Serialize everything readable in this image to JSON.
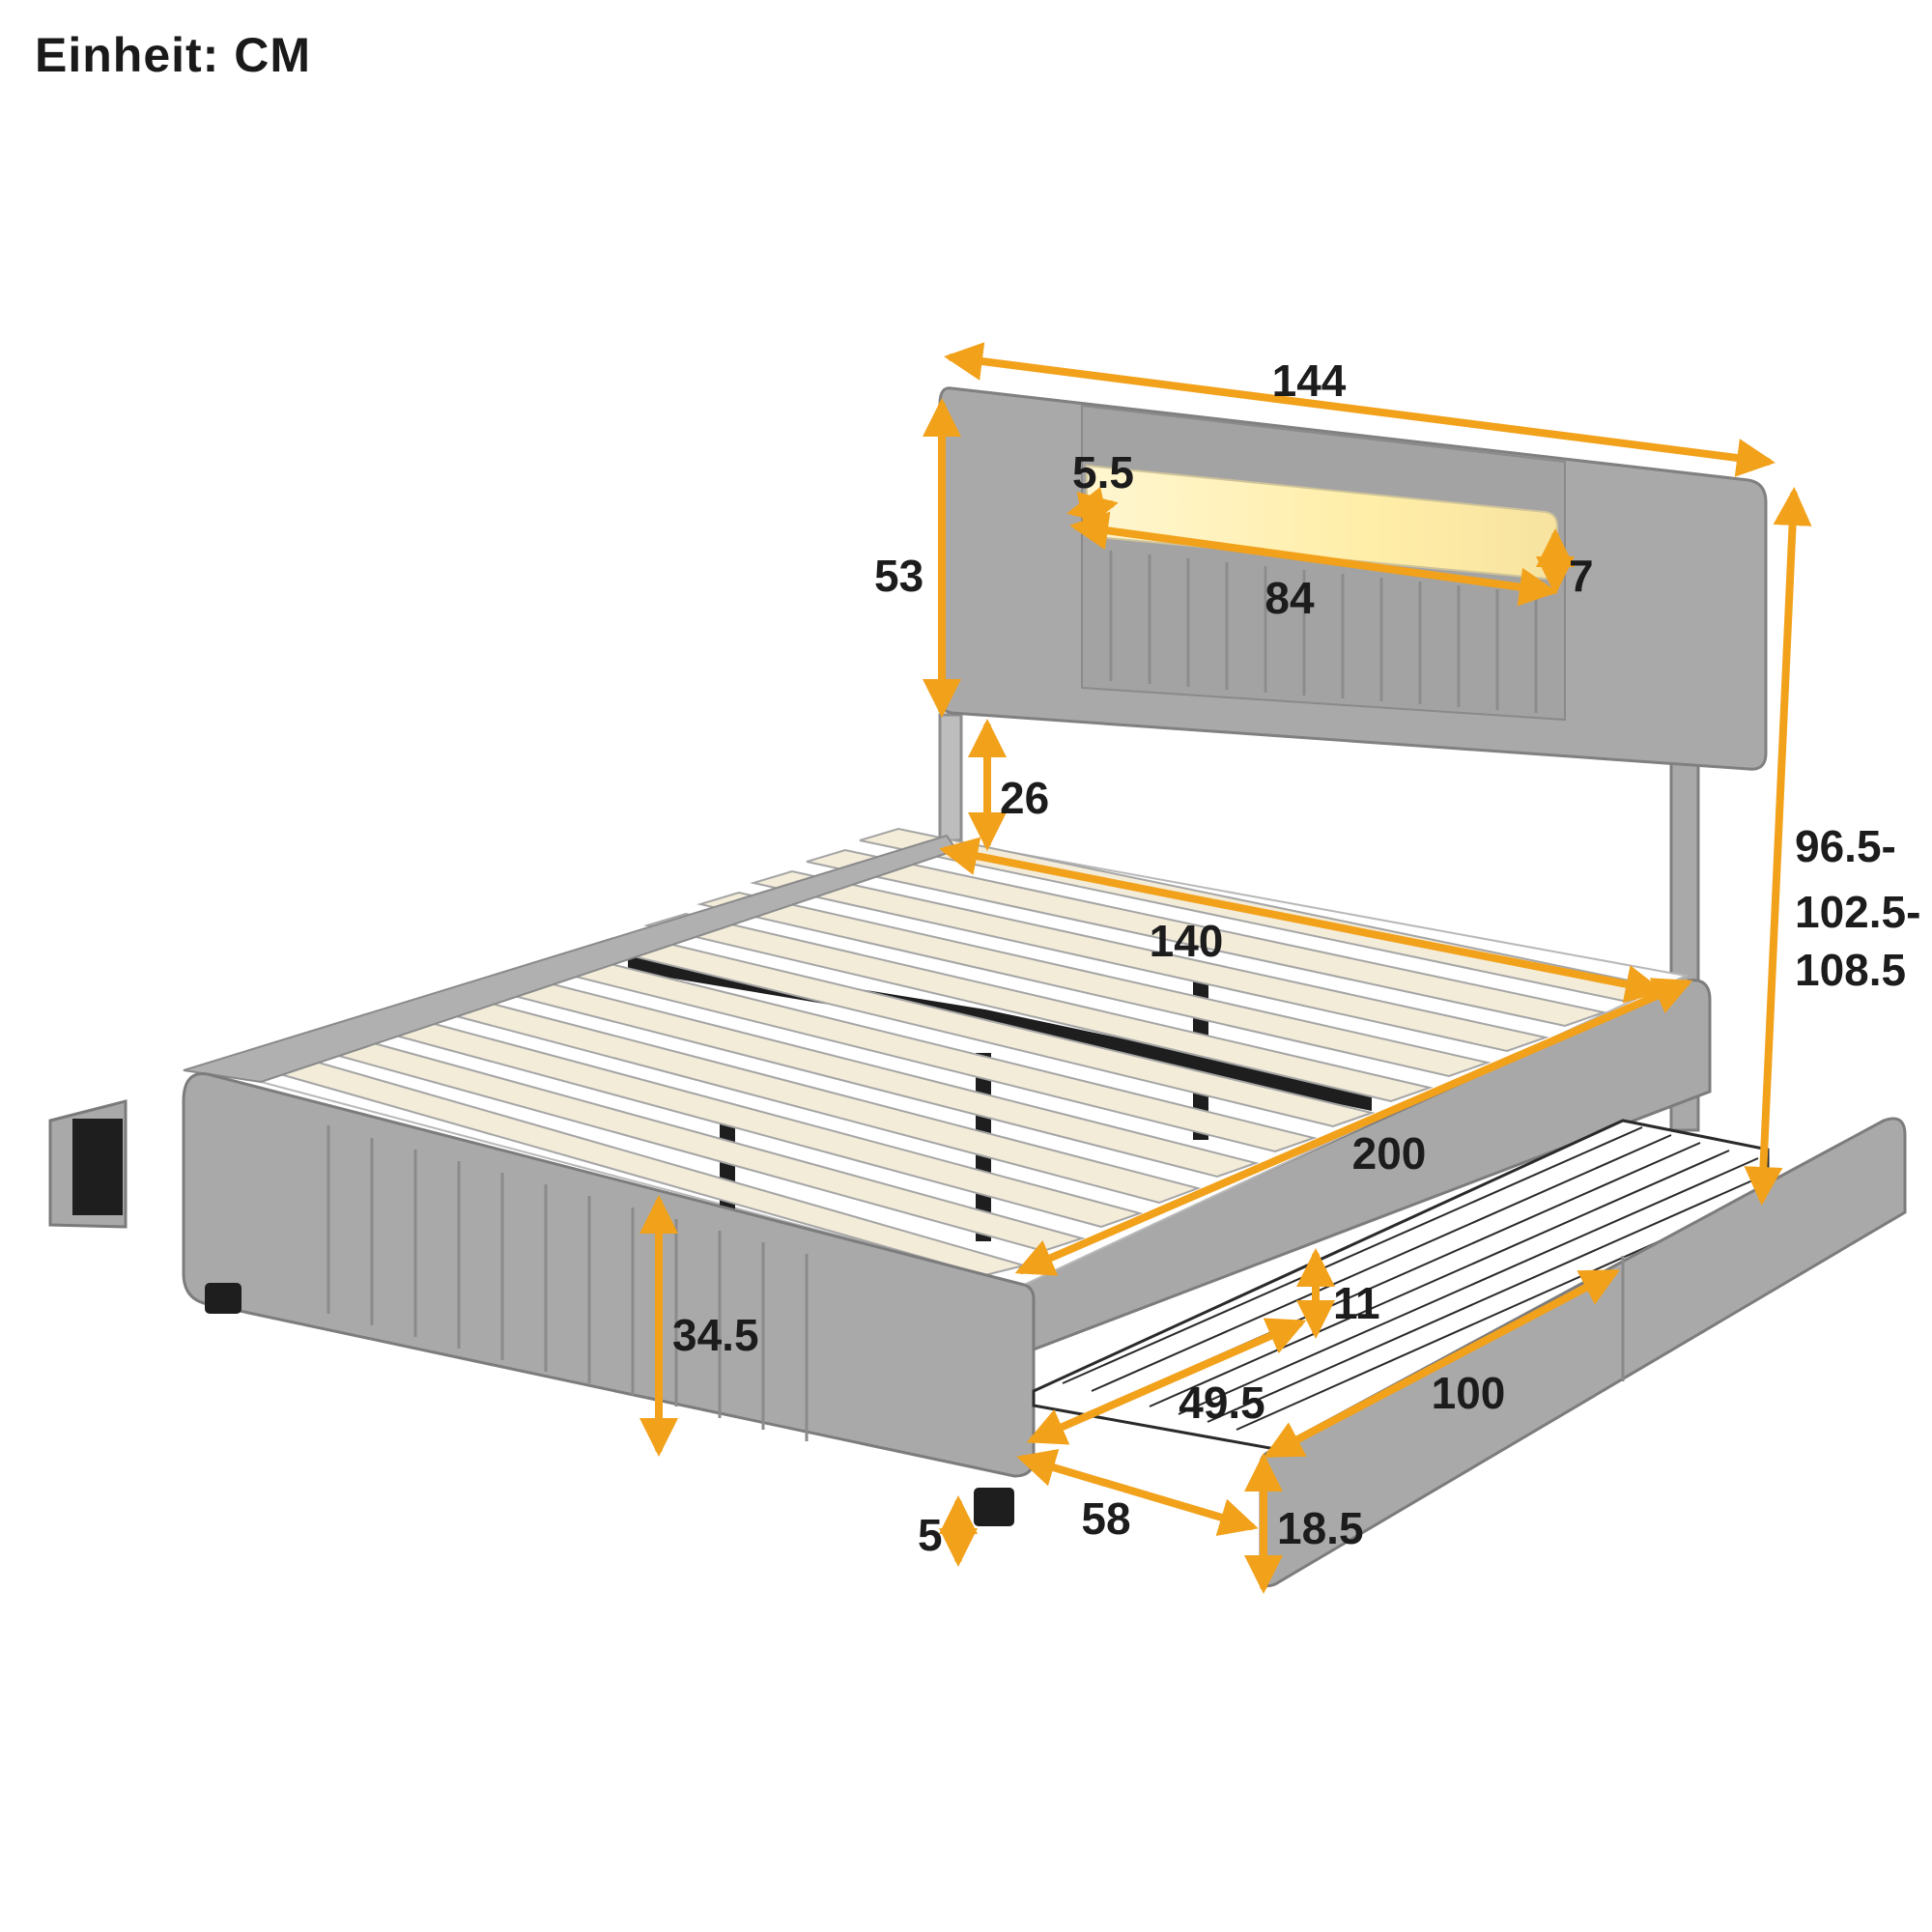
{
  "unit_label": "Einheit: CM",
  "accent_color": "#f2a11b",
  "upholstery_color": "#a9a9a9",
  "slat_color": "#f3ecd9",
  "frame_color": "#1e1e1e",
  "dimensions": {
    "overall_width": "144",
    "light_strip_height": "5.5",
    "light_strip_length": "84",
    "light_strip_depth": "7",
    "headboard_height": "53",
    "headboard_clearance": "26",
    "total_height_line1": "96.5-",
    "total_height_line2": "102.5-",
    "total_height_line3": "108.5",
    "inner_width": "140",
    "inner_length": "200",
    "side_rail_height": "34.5",
    "drawer_inner_height": "11",
    "drawer_length": "100",
    "drawer_width": "49.5",
    "drawer_depth": "58",
    "drawer_height": "18.5",
    "leg_height": "5"
  }
}
